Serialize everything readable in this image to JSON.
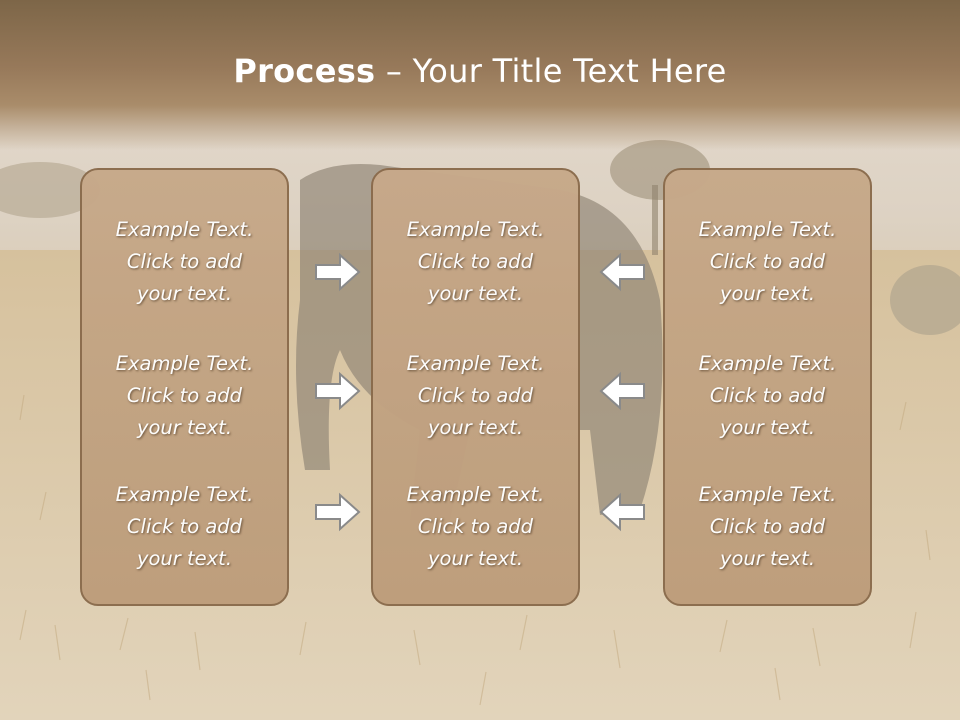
{
  "title": {
    "bold": "Process",
    "rest": " – Your Title Text Here"
  },
  "columns": [
    {
      "items": [
        {
          "line1": "Example Text.",
          "line2": "Click  to add",
          "line3": "your text."
        },
        {
          "line1": "Example Text.",
          "line2": "Click  to add",
          "line3": "your text."
        },
        {
          "line1": "Example Text.",
          "line2": "Click  to add",
          "line3": "your text."
        }
      ]
    },
    {
      "items": [
        {
          "line1": "Example Text.",
          "line2": "Click  to add",
          "line3": "your text."
        },
        {
          "line1": "Example Text.",
          "line2": "Click  to add",
          "line3": "your text."
        },
        {
          "line1": "Example Text.",
          "line2": "Click  to add",
          "line3": "your text."
        }
      ]
    },
    {
      "items": [
        {
          "line1": "Example Text.",
          "line2": "Click  to add",
          "line3": "your text."
        },
        {
          "line1": "Example Text.",
          "line2": "Click  to add",
          "line3": "your text."
        },
        {
          "line1": "Example Text.",
          "line2": "Click  to add",
          "line3": "your text."
        }
      ]
    }
  ],
  "arrows": {
    "left_group": "right-arrow-icon",
    "right_group": "left-arrow-icon"
  },
  "colors": {
    "title_bar": "#7d6648",
    "box_fill": "#c4a585",
    "box_border": "#8a6b4c",
    "text": "#ffffff",
    "savanna": "#d9c8a8"
  }
}
